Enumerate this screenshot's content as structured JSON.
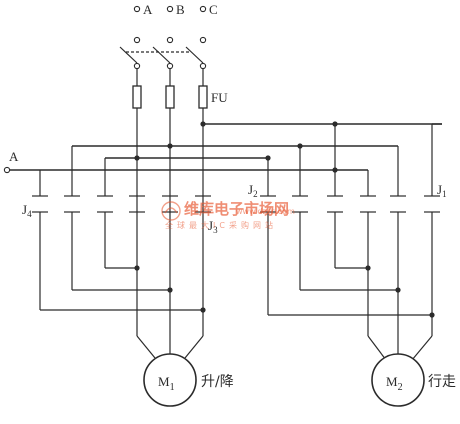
{
  "terminals": {
    "A": "A",
    "B": "B",
    "C": "C"
  },
  "fuse_label": "FU",
  "input_label": "A",
  "contacts": {
    "J1": "J",
    "J2": "J",
    "J3": "J",
    "J4": "J"
  },
  "contact_subscripts": {
    "J1": "1",
    "J2": "2",
    "J3": "3",
    "J4": "4"
  },
  "motors": [
    {
      "symbol": "M",
      "subscript": "1",
      "caption": "升/降"
    },
    {
      "symbol": "M",
      "subscript": "2",
      "caption": "行走"
    }
  ],
  "watermark": {
    "title": "维库电子市场网",
    "url": "www.dzsc.com",
    "subtitle": "全球最大IC采购网站"
  }
}
